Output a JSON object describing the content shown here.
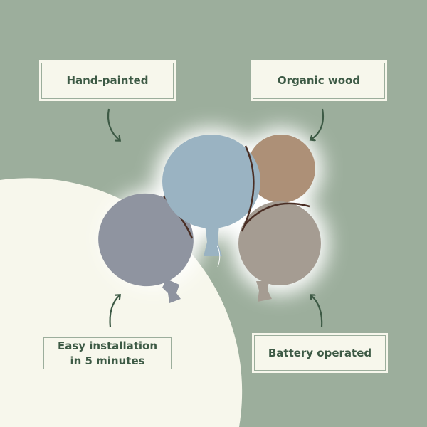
{
  "features": [
    {
      "label": "Hand-painted"
    },
    {
      "label": "Organic wood"
    },
    {
      "label": "Easy installation",
      "label_line2": "in 5 minutes"
    },
    {
      "label": "Battery operated"
    }
  ],
  "colors": {
    "background": "#9cae9c",
    "cream": "#f7f7ec",
    "text": "#3d5a45",
    "balloon_blue": "#9ab3c2",
    "balloon_brown": "#ad9077",
    "balloon_taupe": "#a59c92",
    "balloon_gray": "#8f94a0"
  }
}
